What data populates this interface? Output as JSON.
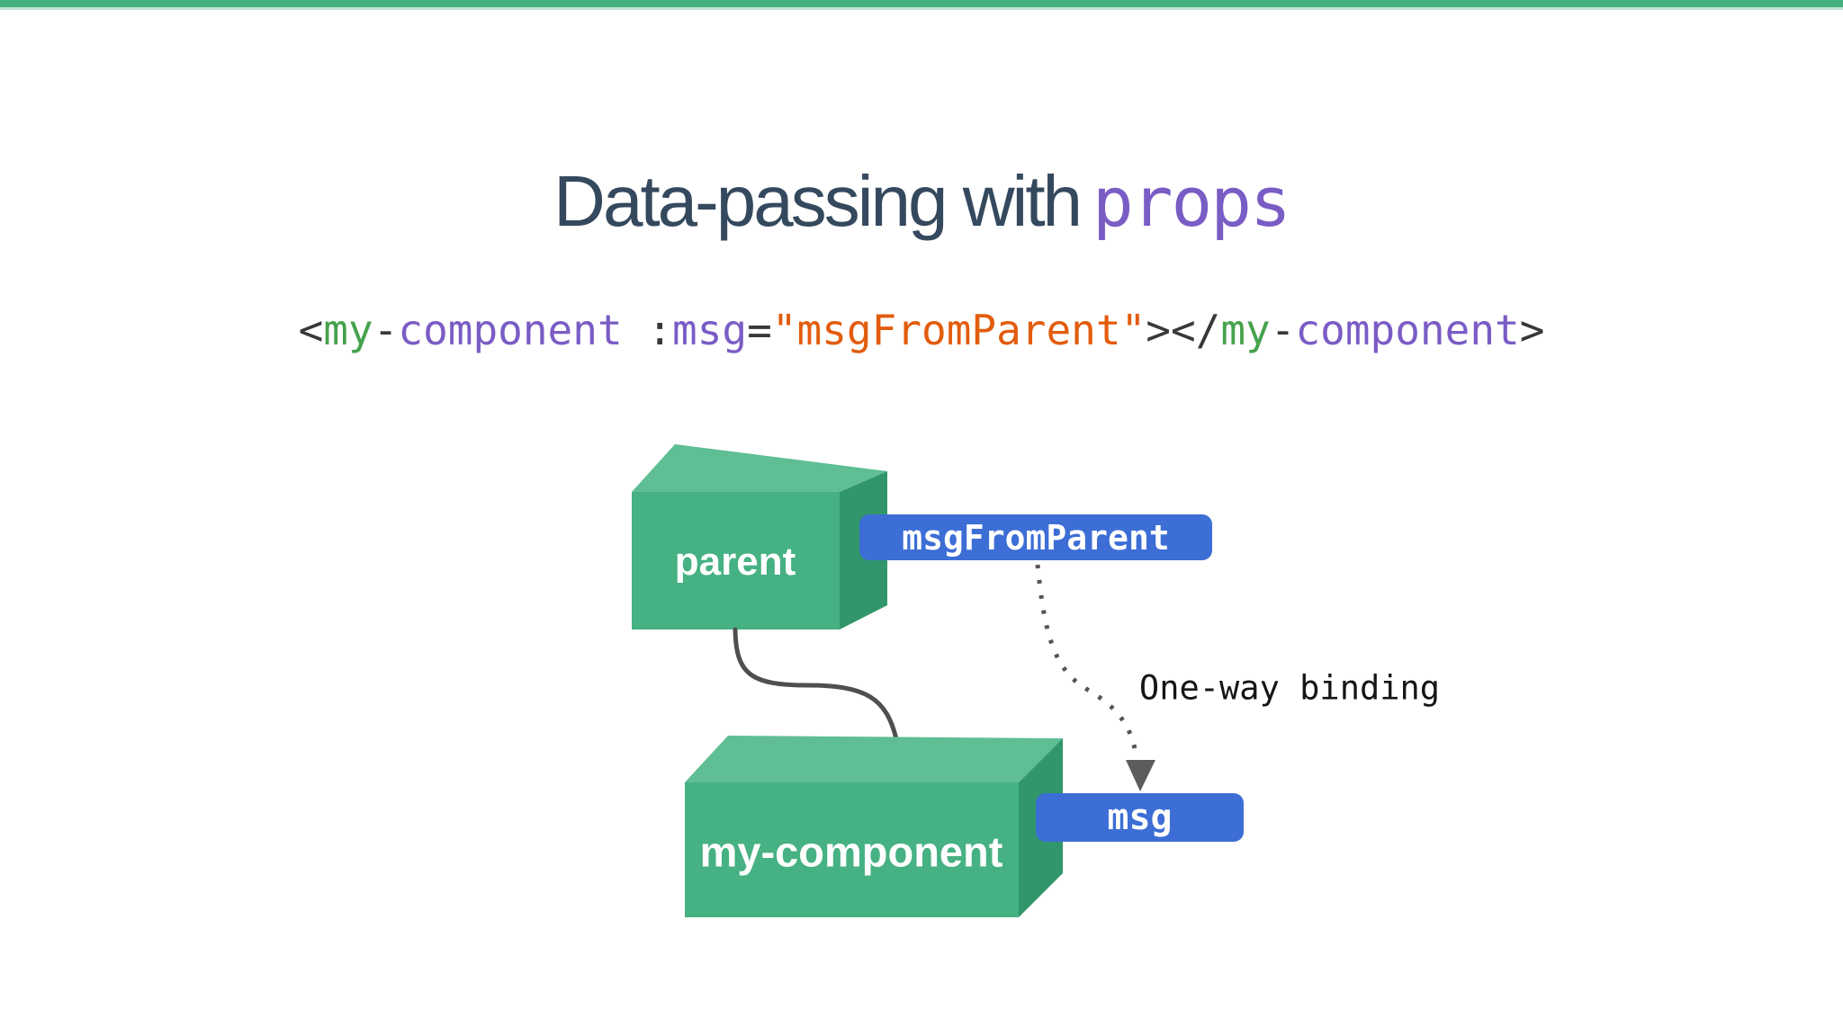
{
  "title": {
    "main": "Data-passing with",
    "code": "props"
  },
  "code": {
    "full": "<my-component :msg=\"msgFromParent\"></my-component>",
    "open_angle": "<",
    "tag_my_1": "my",
    "hyphen_1": "-",
    "tag_component_1": "component",
    "space": " ",
    "colon": ":",
    "attr_msg": "msg",
    "equals": "=",
    "string_value": "\"msgFromParent\"",
    "close_open_angle": "></",
    "tag_my_2": "my",
    "hyphen_2": "-",
    "tag_component_2": "component",
    "end_angle": ">"
  },
  "diagram": {
    "parent_label": "parent",
    "child_label": "my-component",
    "prop_value_pill": "msgFromParent",
    "prop_pill": "msg",
    "binding_label": "One-way binding"
  },
  "colors": {
    "topbar_green": "#44b17e",
    "topbar_light_green": "#bce3d0",
    "box_front_green": "#46b183",
    "box_top_green": "#5fbe94",
    "box_side_green": "#31966b",
    "pill_blue": "#3c6ed5",
    "title_dark": "#35495e",
    "code_purple": "#7a5cc5",
    "code_green": "#46a24d",
    "code_orange": "#e25c0d",
    "code_dark": "#383838",
    "connector_gray": "#4f4f4f",
    "arrow_gray": "#5c5c5c"
  }
}
